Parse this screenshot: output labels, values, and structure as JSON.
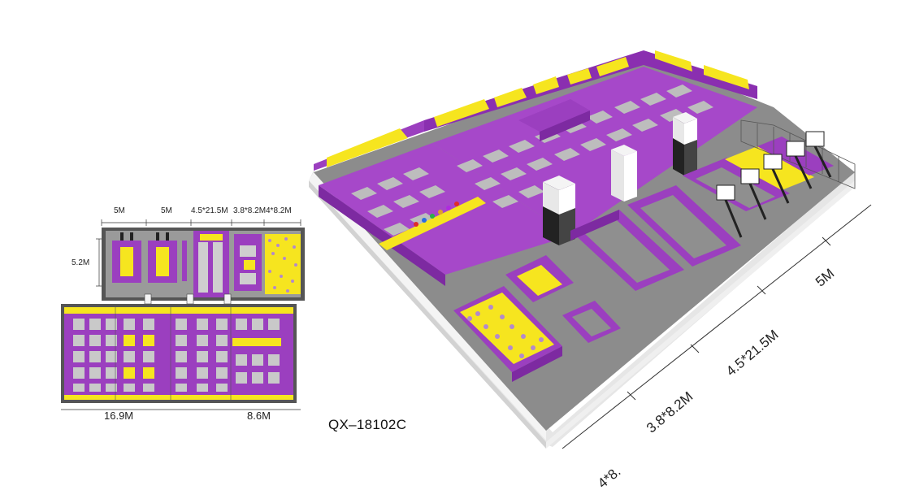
{
  "floor_plan": {
    "top_dimensions": [
      "5M",
      "5M",
      "4.5*21.5M",
      "3.8*8.2M",
      "4*8.2M"
    ],
    "side_dimension": "5.2M",
    "bottom_dimensions": [
      "16.9M",
      "8.6M"
    ]
  },
  "model_code": "QX–18102C",
  "perspective_dimensions": [
    "5M",
    "4.5*21.5M",
    "3.8*8.2M",
    "4*8."
  ],
  "colors": {
    "purple": "#9b3fbf",
    "purple_dark": "#7d2aa1",
    "yellow": "#f6e51f",
    "floor_gray": "#8e8e8e",
    "wall_white": "#f1f1f1"
  }
}
